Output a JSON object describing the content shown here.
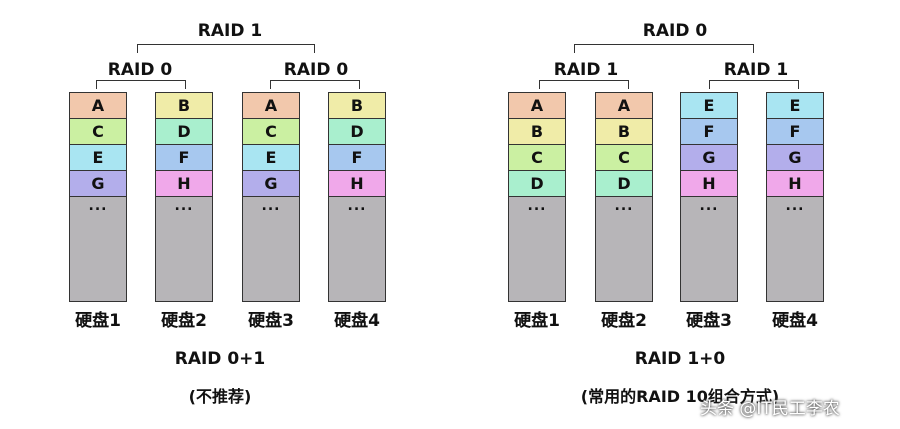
{
  "colors": {
    "A": "#f2c8ac",
    "B": "#f0eca8",
    "C": "#cbf0a2",
    "D": "#a9efce",
    "E": "#a9e5f2",
    "F": "#a7c8ef",
    "G": "#b3aeeb",
    "H": "#f0a8ea",
    "empty": "#b7b5b8"
  },
  "left": {
    "top_label": "RAID 1",
    "group_labels": [
      "RAID 0",
      "RAID 0"
    ],
    "disks": [
      {
        "label": "硬盘1",
        "blocks": [
          "A",
          "C",
          "E",
          "G"
        ],
        "more": "..."
      },
      {
        "label": "硬盘2",
        "blocks": [
          "B",
          "D",
          "F",
          "H"
        ],
        "more": "..."
      },
      {
        "label": "硬盘3",
        "blocks": [
          "A",
          "C",
          "E",
          "G"
        ],
        "more": "..."
      },
      {
        "label": "硬盘4",
        "blocks": [
          "B",
          "D",
          "F",
          "H"
        ],
        "more": "..."
      }
    ],
    "caption": "RAID 0+1",
    "subcaption": "(不推荐)"
  },
  "right": {
    "top_label": "RAID 0",
    "group_labels": [
      "RAID 1",
      "RAID 1"
    ],
    "disks": [
      {
        "label": "硬盘1",
        "blocks": [
          "A",
          "B",
          "C",
          "D"
        ],
        "more": "..."
      },
      {
        "label": "硬盘2",
        "blocks": [
          "A",
          "B",
          "C",
          "D"
        ],
        "more": "..."
      },
      {
        "label": "硬盘3",
        "blocks": [
          "E",
          "F",
          "G",
          "H"
        ],
        "more": "..."
      },
      {
        "label": "硬盘4",
        "blocks": [
          "E",
          "F",
          "G",
          "H"
        ],
        "more": "..."
      }
    ],
    "caption": "RAID 1+0",
    "subcaption": "(常用的RAID 10组合方式)"
  },
  "watermark": "头条 @IT民工李农"
}
